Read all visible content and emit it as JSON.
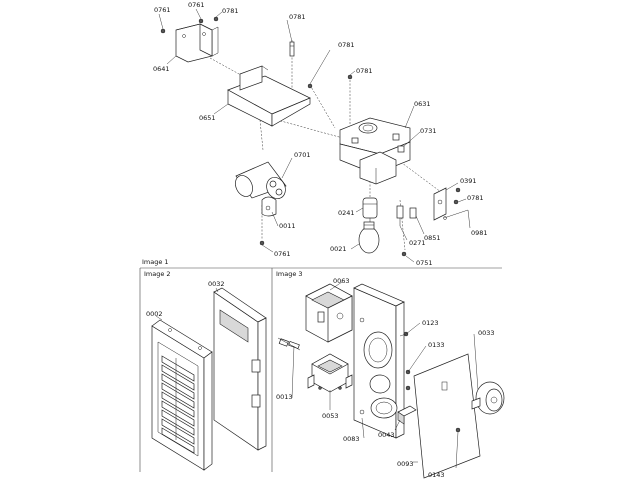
{
  "sections": {
    "image1": "Image 1",
    "image2": "Image 2",
    "image3": "Image 3"
  },
  "labels": [
    {
      "id": "l1",
      "text": "0761"
    },
    {
      "id": "l2",
      "text": "0761"
    },
    {
      "id": "l3",
      "text": "0781"
    },
    {
      "id": "l4",
      "text": "0781"
    },
    {
      "id": "l5",
      "text": "0641"
    },
    {
      "id": "l6",
      "text": "0781"
    },
    {
      "id": "l7",
      "text": "0781"
    },
    {
      "id": "l8",
      "text": "0651"
    },
    {
      "id": "l9",
      "text": "0631"
    },
    {
      "id": "l10",
      "text": "0731"
    },
    {
      "id": "l11",
      "text": "0701"
    },
    {
      "id": "l12",
      "text": "0391"
    },
    {
      "id": "l13",
      "text": "0781"
    },
    {
      "id": "l14",
      "text": "0241"
    },
    {
      "id": "l15",
      "text": "0851"
    },
    {
      "id": "l16",
      "text": "0011"
    },
    {
      "id": "l17",
      "text": "0981"
    },
    {
      "id": "l18",
      "text": "0271"
    },
    {
      "id": "l19",
      "text": "0021"
    },
    {
      "id": "l20",
      "text": "0761"
    },
    {
      "id": "l21",
      "text": "0751"
    },
    {
      "id": "l22",
      "text": "0032"
    },
    {
      "id": "l23",
      "text": "0002"
    },
    {
      "id": "l24",
      "text": "0013"
    },
    {
      "id": "l25",
      "text": "0063"
    },
    {
      "id": "l26",
      "text": "0123"
    },
    {
      "id": "l27",
      "text": "0033"
    },
    {
      "id": "l28",
      "text": "0133"
    },
    {
      "id": "l29",
      "text": "0053"
    },
    {
      "id": "l30",
      "text": "0083"
    },
    {
      "id": "l31",
      "text": "0043"
    },
    {
      "id": "l32",
      "text": "0093"
    },
    {
      "id": "l33",
      "text": "0143"
    }
  ]
}
